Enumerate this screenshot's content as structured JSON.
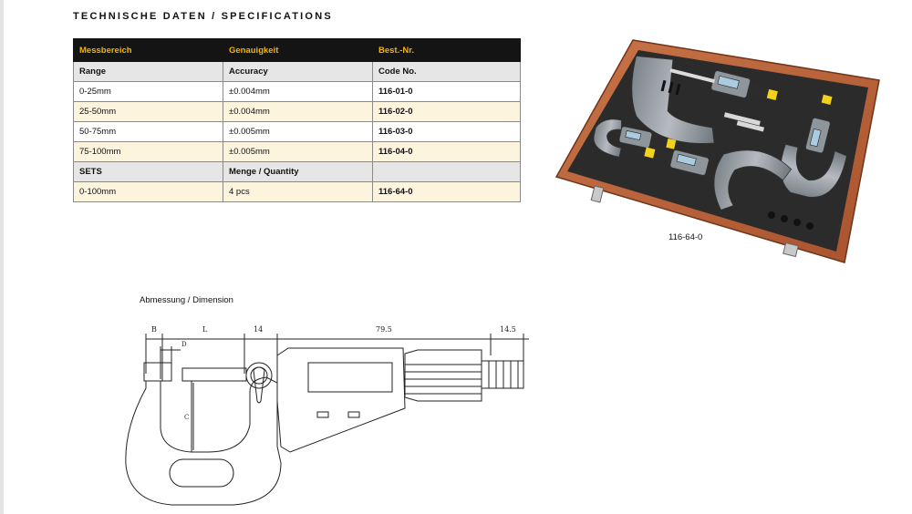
{
  "section_title": "TECHNISCHE DATEN / SPECIFICATIONS",
  "table": {
    "header": [
      "Messbereich",
      "Genauigkeit",
      "Best.-Nr."
    ],
    "subheader": [
      "Range",
      "Accuracy",
      "Code No."
    ],
    "rows": [
      [
        "0-25mm",
        "±0.004mm",
        "116-01-0"
      ],
      [
        "25-50mm",
        "±0.004mm",
        "116-02-0"
      ],
      [
        "50-75mm",
        "±0.005mm",
        "116-03-0"
      ],
      [
        "75-100mm",
        "±0.005mm",
        "116-04-0"
      ]
    ],
    "sets_header": [
      "SETS",
      "Menge / Quantity",
      ""
    ],
    "sets_rows": [
      [
        "0-100mm",
        "4 pcs",
        "116-64-0"
      ]
    ]
  },
  "photo": {
    "caption": "116-64-0",
    "colors": {
      "wood": "#b8613a",
      "foam": "#2a2a2a",
      "tool_gray": "#8c9196",
      "accent_yellow": "#f3d21b"
    }
  },
  "dimension": {
    "label": "Abmessung / Dimension",
    "marks": {
      "b": "B",
      "l": "L",
      "d": "D",
      "c": "C",
      "w14": "14",
      "w79": "79.5",
      "w146": "14.5"
    }
  }
}
